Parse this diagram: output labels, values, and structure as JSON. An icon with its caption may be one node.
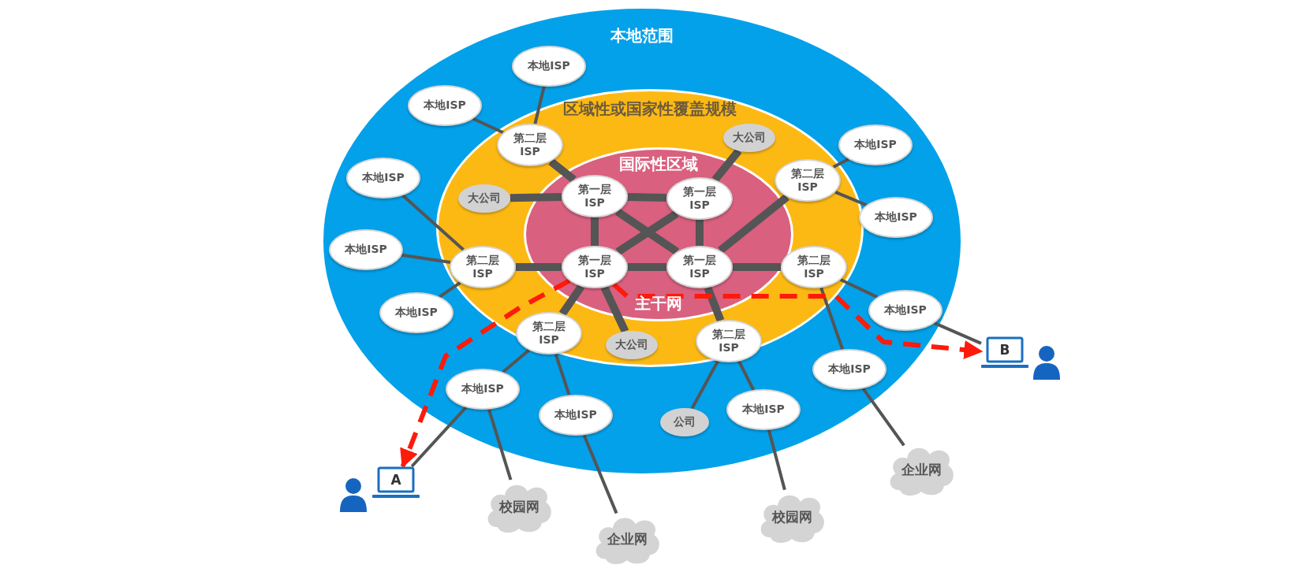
{
  "diagram": {
    "nodes": [
      {
        "text": [
          "本地范围"
        ]
      },
      {
        "text": [
          "区域性或国家性覆盖规模"
        ],
        "in": 0
      },
      {
        "text": [
          "国际性区域",
          "主干网"
        ],
        "in": 1
      },
      {
        "text": [
          "本地ISP"
        ],
        "in": 0
      },
      {
        "text": [
          "本地ISP"
        ],
        "in": 0
      },
      {
        "text": [
          "第二层 ISP"
        ],
        "in": 1
      },
      {
        "text": [
          "大公司"
        ],
        "in": 1
      },
      {
        "text": [
          "本地ISP"
        ],
        "in": 0
      },
      {
        "text": [
          "本地ISP"
        ],
        "in": 0
      },
      {
        "text": [
          "第二层 ISP"
        ],
        "in": 1
      },
      {
        "text": [
          "大公司"
        ],
        "in": 1
      },
      {
        "text": [
          "第一层 ISP"
        ],
        "in": 2
      },
      {
        "text": [
          "第一层 ISP"
        ],
        "in": 2
      },
      {
        "text": [
          "本地ISP"
        ],
        "in": 0
      },
      {
        "text": [
          "本地ISP"
        ],
        "in": 0
      },
      {
        "text": [
          "第二层 ISP"
        ],
        "in": 1
      },
      {
        "text": [
          "第一层 ISP"
        ],
        "in": 2
      },
      {
        "text": [
          "第一层 ISP"
        ],
        "in": 2
      },
      {
        "text": [
          "第二层 ISP"
        ],
        "in": 1
      },
      {
        "text": [
          "本地ISP"
        ],
        "in": 0
      },
      {
        "text": [
          "本地ISP"
        ],
        "in": 0
      },
      {
        "text": [
          "第二层 ISP"
        ],
        "in": 1
      },
      {
        "text": [
          "大公司"
        ],
        "in": 1
      },
      {
        "text": [
          "第二层 ISP"
        ],
        "in": 1
      },
      {
        "text": [
          "本地ISP"
        ],
        "in": 0
      },
      {
        "text": [
          "本地ISP"
        ],
        "in": 0
      },
      {
        "text": [
          "本地ISP"
        ],
        "in": 0
      },
      {
        "text": [
          "本地ISP"
        ],
        "in": 0
      },
      {
        "text": [
          "公司"
        ],
        "in": 0
      },
      {
        "text": [
          "B"
        ]
      },
      {
        "text": [
          "A"
        ]
      },
      {
        "text": [
          "企业网"
        ]
      },
      {
        "text": [
          "校园网"
        ]
      },
      {
        "text": [
          "校园网"
        ]
      },
      {
        "text": [
          "企业网"
        ]
      }
    ],
    "edges": [
      {
        "from": 5,
        "to": 3,
        "arrow": "none"
      },
      {
        "from": 5,
        "to": 4,
        "arrow": "none"
      },
      {
        "from": 5,
        "to": 11,
        "arrow": "none",
        "style": "thick"
      },
      {
        "from": 10,
        "to": 11,
        "arrow": "none",
        "style": "thick"
      },
      {
        "from": 11,
        "to": 12,
        "arrow": "none",
        "style": "thick"
      },
      {
        "from": 11,
        "to": 16,
        "arrow": "none",
        "style": "thick"
      },
      {
        "from": 11,
        "to": 17,
        "arrow": "none",
        "style": "thick"
      },
      {
        "from": 12,
        "to": 16,
        "arrow": "none",
        "style": "thick"
      },
      {
        "from": 12,
        "to": 17,
        "arrow": "none",
        "style": "thick"
      },
      {
        "from": 12,
        "to": 6,
        "arrow": "none",
        "style": "thick"
      },
      {
        "from": 16,
        "to": 17,
        "arrow": "none",
        "style": "thick"
      },
      {
        "from": 15,
        "to": 16,
        "arrow": "none",
        "style": "thick"
      },
      {
        "from": 15,
        "to": 8,
        "arrow": "none"
      },
      {
        "from": 15,
        "to": 14,
        "arrow": "none"
      },
      {
        "from": 15,
        "to": 19,
        "arrow": "none"
      },
      {
        "from": 17,
        "to": 9,
        "arrow": "none",
        "style": "thick"
      },
      {
        "from": 9,
        "to": 7,
        "arrow": "none"
      },
      {
        "from": 9,
        "to": 13,
        "arrow": "none"
      },
      {
        "from": 17,
        "to": 18,
        "arrow": "none",
        "style": "thick"
      },
      {
        "from": 18,
        "to": 20,
        "arrow": "none"
      },
      {
        "from": 18,
        "to": 24,
        "arrow": "none"
      },
      {
        "from": 16,
        "to": 21,
        "arrow": "none",
        "style": "thick"
      },
      {
        "from": 16,
        "to": 22,
        "arrow": "none",
        "style": "thick"
      },
      {
        "from": 17,
        "to": 23,
        "arrow": "none",
        "style": "thick"
      },
      {
        "from": 21,
        "to": 25,
        "arrow": "none"
      },
      {
        "from": 21,
        "to": 26,
        "arrow": "none"
      },
      {
        "from": 23,
        "to": 28,
        "arrow": "none"
      },
      {
        "from": 23,
        "to": 27,
        "arrow": "none"
      },
      {
        "from": 25,
        "to": 32,
        "arrow": "none"
      },
      {
        "from": 26,
        "to": 34,
        "arrow": "none"
      },
      {
        "from": 27,
        "to": 33,
        "arrow": "none"
      },
      {
        "from": 24,
        "to": 31,
        "arrow": "none"
      },
      {
        "from": 20,
        "to": 29,
        "arrow": "none"
      },
      {
        "from": 25,
        "to": 30,
        "arrow": "none"
      },
      {
        "from": 16,
        "to": 29,
        "arrow": "to",
        "style": "dashed",
        "color": "#ff1a0a"
      },
      {
        "from": 16,
        "to": 30,
        "arrow": "to",
        "style": "dashed",
        "color": "#ff1a0a"
      }
    ]
  }
}
